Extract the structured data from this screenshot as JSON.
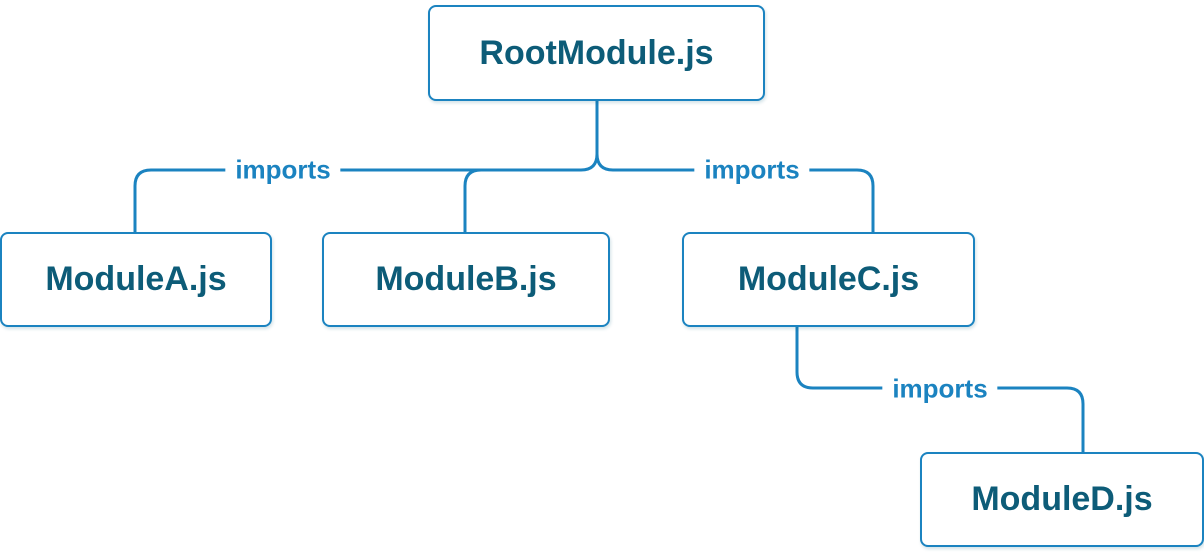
{
  "diagram": {
    "type": "module-dependency-tree",
    "nodes": {
      "root": {
        "label": "RootModule.js"
      },
      "a": {
        "label": "ModuleA.js"
      },
      "b": {
        "label": "ModuleB.js"
      },
      "c": {
        "label": "ModuleC.js"
      },
      "d": {
        "label": "ModuleD.js"
      }
    },
    "edges": {
      "root_a": {
        "from": "RootModule.js",
        "to": "ModuleA.js",
        "label": "imports"
      },
      "root_b": {
        "from": "RootModule.js",
        "to": "ModuleB.js",
        "label": ""
      },
      "root_c": {
        "from": "RootModule.js",
        "to": "ModuleC.js",
        "label": "imports"
      },
      "c_d": {
        "from": "ModuleC.js",
        "to": "ModuleD.js",
        "label": "imports"
      }
    },
    "colors": {
      "line": "#1b83c0",
      "text": "#0d5c78",
      "box_bg": "#ffffff",
      "background": "#ffffff"
    }
  }
}
